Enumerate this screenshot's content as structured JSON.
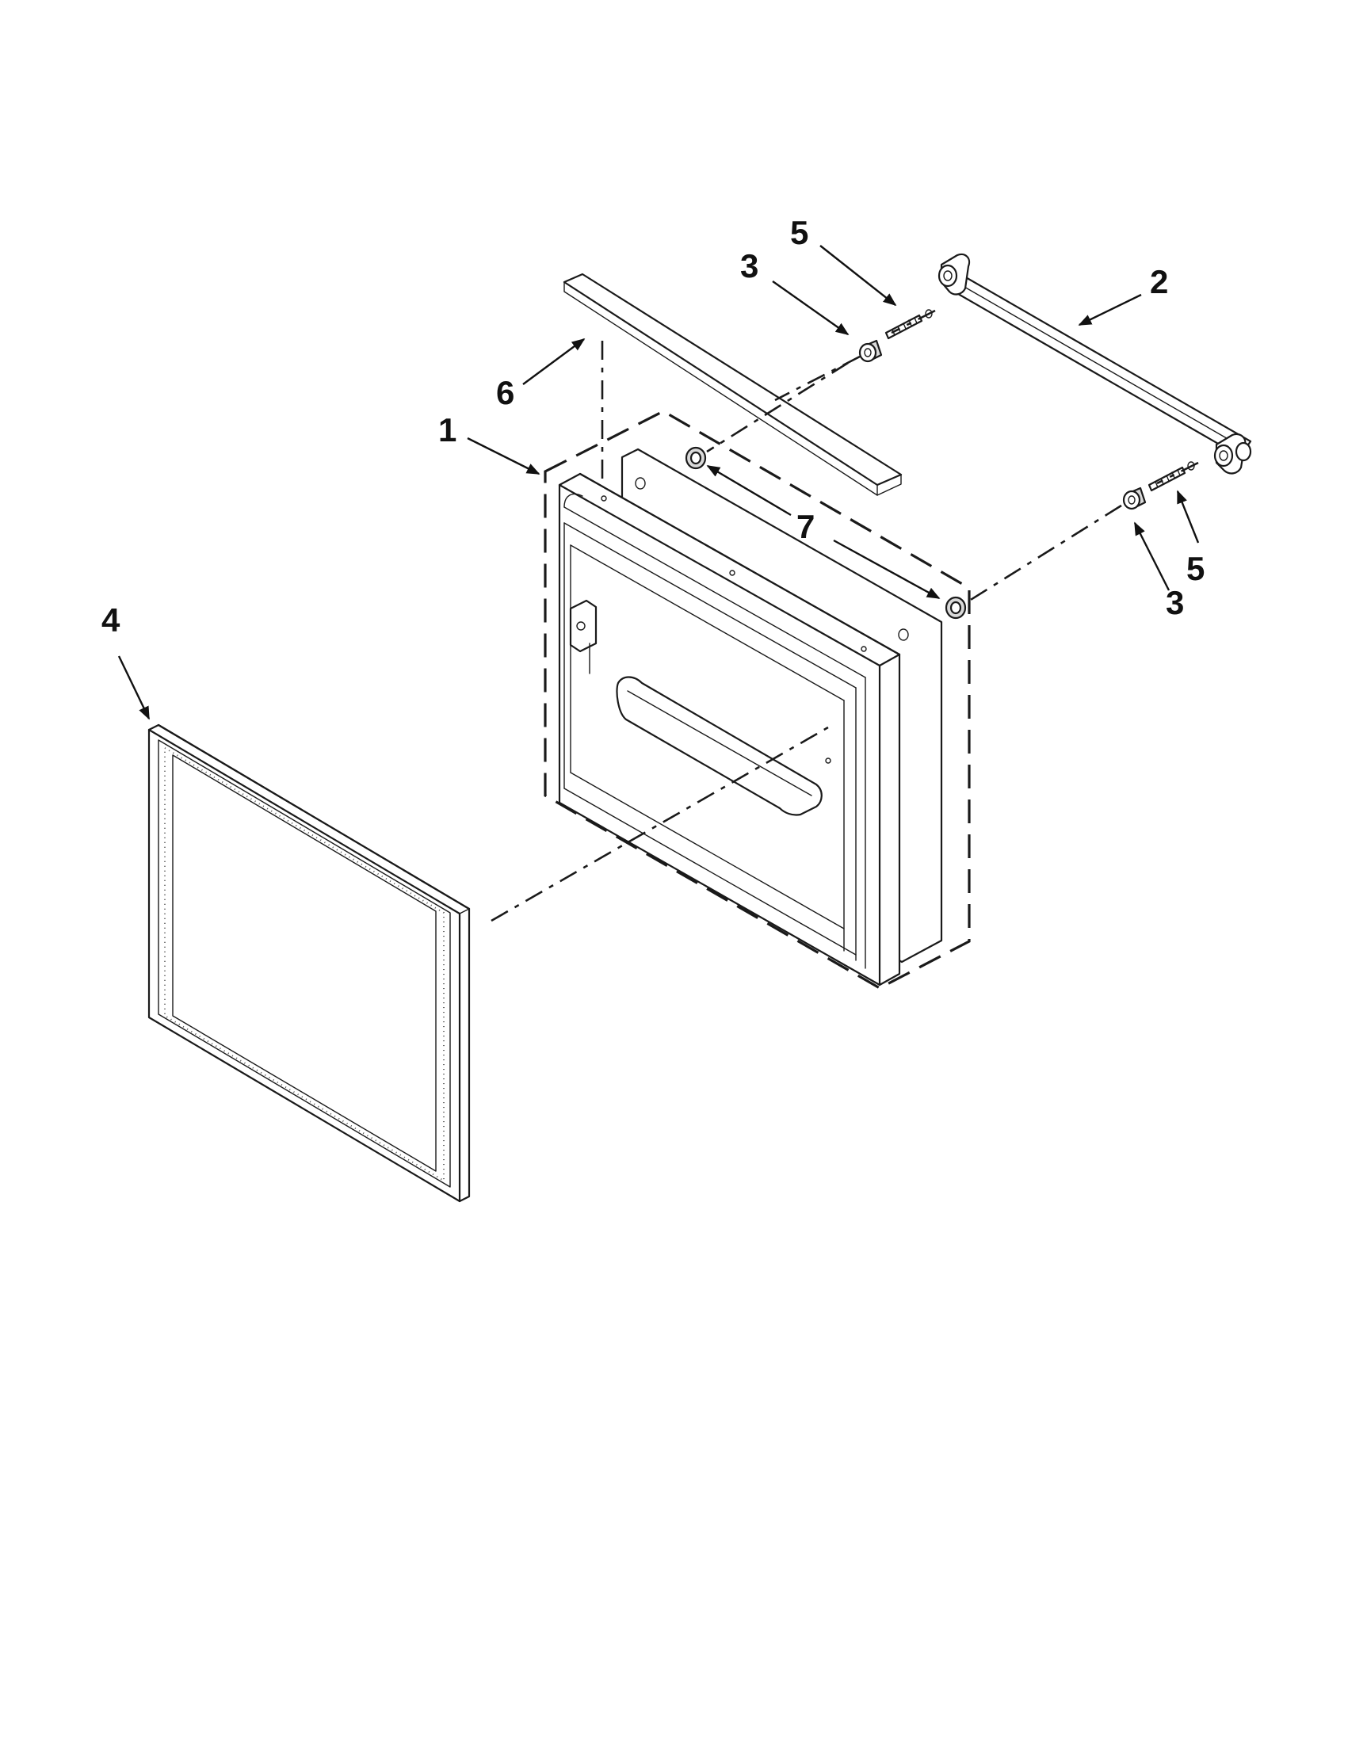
{
  "callouts": {
    "item_1": "1",
    "item_2": "2",
    "item_3_top": "3",
    "item_3_right": "3",
    "item_4": "4",
    "item_5_top": "5",
    "item_5_right": "5",
    "item_6": "6",
    "item_7": "7"
  }
}
